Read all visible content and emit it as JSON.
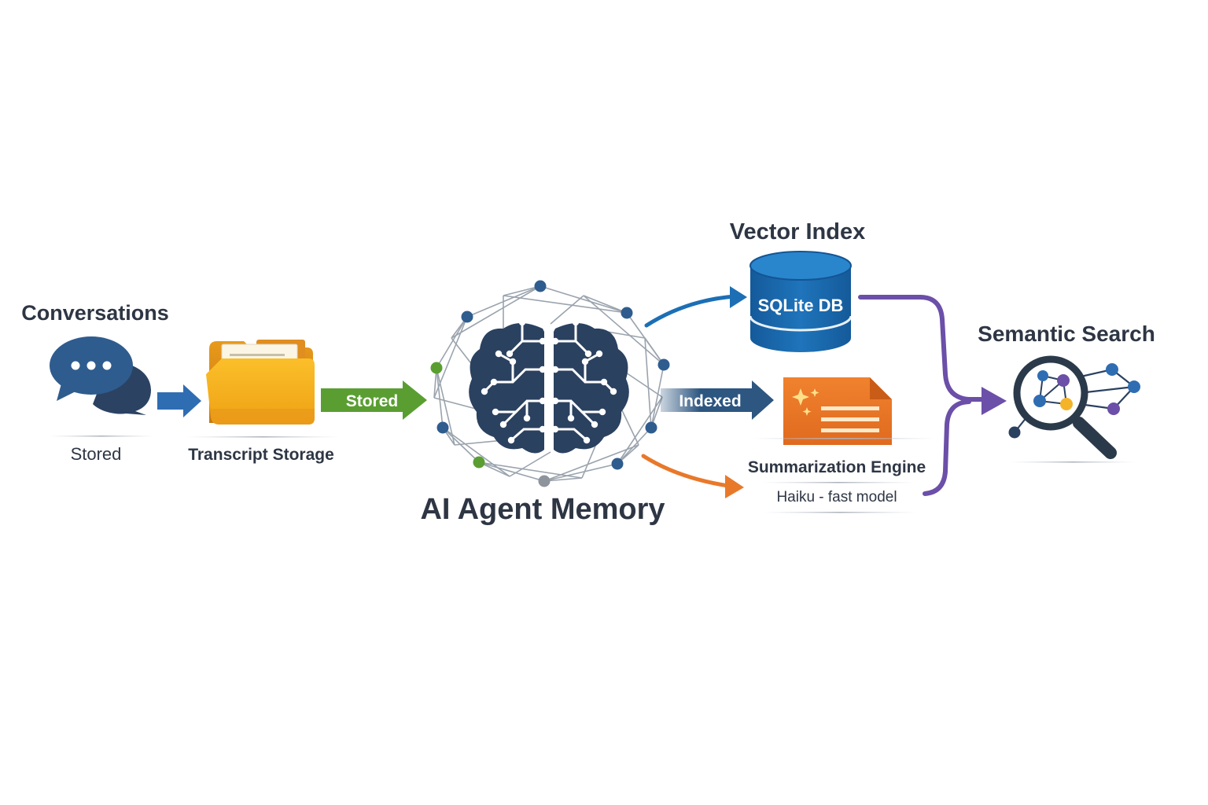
{
  "nodes": {
    "conversations": {
      "title": "Conversations",
      "caption": "Stored"
    },
    "transcript_storage": {
      "title": "Transcript Storage"
    },
    "agent_memory": {
      "title": "AI Agent Memory"
    },
    "vector_index": {
      "title": "Vector Index",
      "db_label": "SQLite DB"
    },
    "summarization_engine": {
      "title": "Summarization Engine",
      "caption": "Haiku - fast model"
    },
    "semantic_search": {
      "title": "Semantic Search"
    }
  },
  "edges": {
    "stored_label": "Stored",
    "indexed_label": "Indexed"
  },
  "colors": {
    "text_dark": "#2e3644",
    "blue_arrow": "#2f6db3",
    "green_arrow": "#5a9e32",
    "navy_arrow": "#2d5680",
    "orange_arrow": "#e8792a",
    "purple_flow": "#6b4fa8",
    "brain_navy": "#2b4160",
    "db_blue": "#1c6fb5",
    "doc_orange": "#e8742a",
    "folder_yellow": "#f6b221"
  },
  "icons": {
    "conversations": "chat-bubbles-icon",
    "transcript_storage": "folder-icon",
    "agent_memory": "brain-network-icon",
    "vector_index": "database-icon",
    "summarization_engine": "document-sparkle-icon",
    "semantic_search": "magnifier-graph-icon"
  }
}
